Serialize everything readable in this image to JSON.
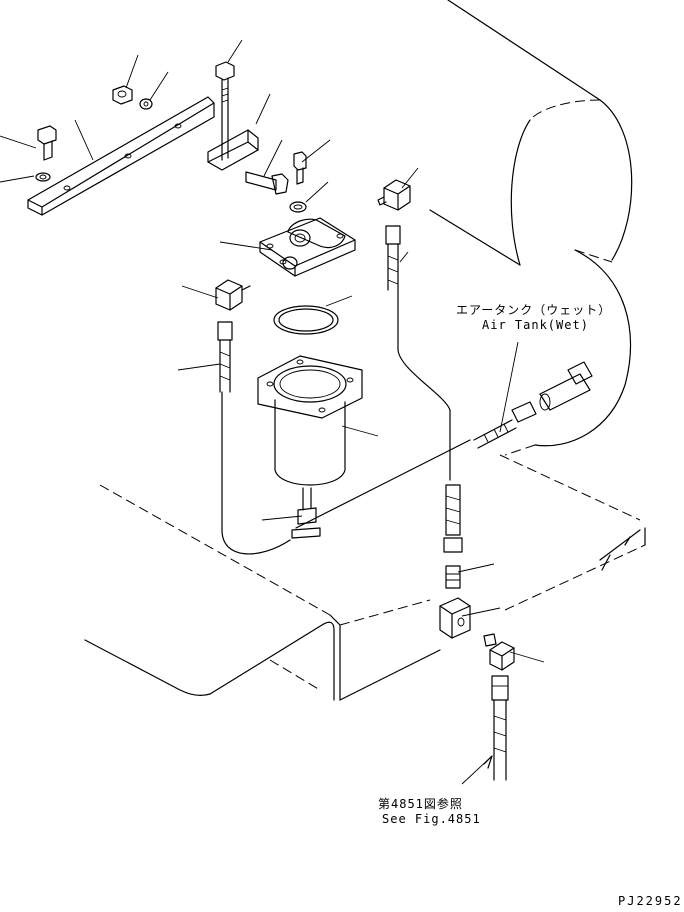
{
  "labels": {
    "air_tank_jp": "エアータンク（ウェット）",
    "air_tank_en": "Air Tank(Wet)",
    "see_fig_jp": "第4851図参照",
    "see_fig_en": "See Fig.4851",
    "drawing_id": "PJ22952"
  }
}
